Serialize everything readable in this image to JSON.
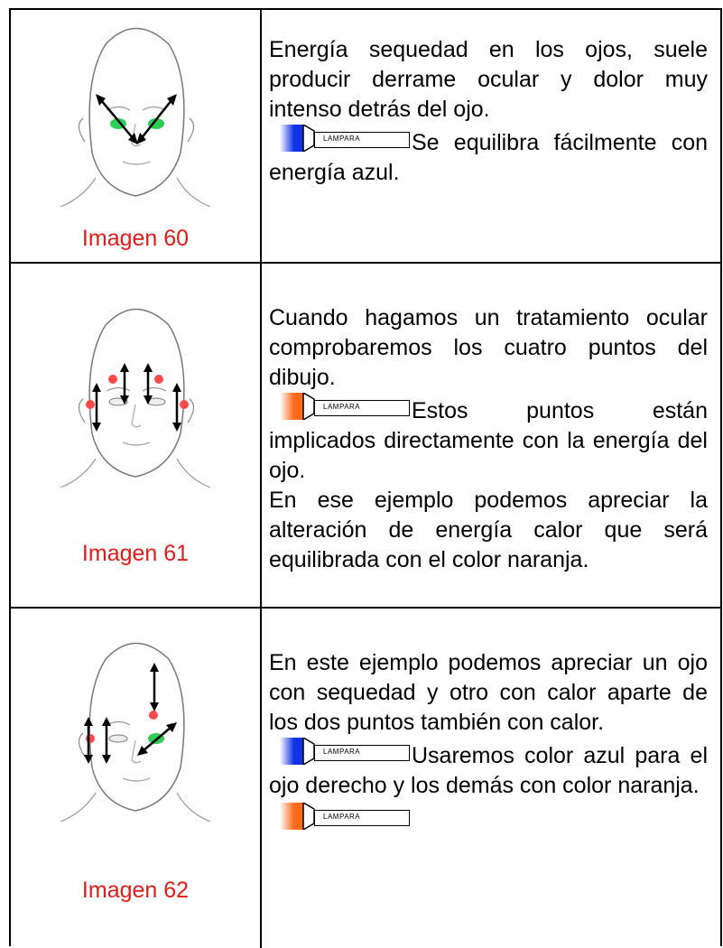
{
  "rows": [
    {
      "caption": "Imagen 60",
      "paragraphs": [
        "Energía sequedad en los ojos, suele producir derrame ocular y dolor muy intenso detrás del ojo."
      ],
      "lamp_text": "Se equilibra fácilmente con energía azul.",
      "lamp_color": "#1232e6",
      "extra": []
    },
    {
      "caption": "Imagen 61",
      "paragraphs": [
        "Cuando hagamos un tratamiento ocular comprobaremos los cuatro puntos del dibujo."
      ],
      "lamp_text": "Estos puntos están implicados directamente con la energía del ojo.",
      "lamp_color": "#ff6a1a",
      "extra": [
        "En ese ejemplo podemos apreciar la alteración de energía calor que será equilibrada con el color naranja."
      ]
    },
    {
      "caption": "Imagen 62",
      "paragraphs": [
        "En este ejemplo podemos apreciar un ojo con sequedad y otro con calor aparte de los dos puntos también con calor."
      ],
      "lamp_text": "Usaremos color azul para el ojo derecho y los demás con color naranja.",
      "lamp_color": "#1232e6",
      "extra": [],
      "second_lamp_color": "#ff6a1a"
    }
  ],
  "lamp_label": "LAMPARA",
  "colors": {
    "caption": "#e41b17",
    "green_point": "#2ecc55",
    "red_point": "#ff4a4a"
  }
}
